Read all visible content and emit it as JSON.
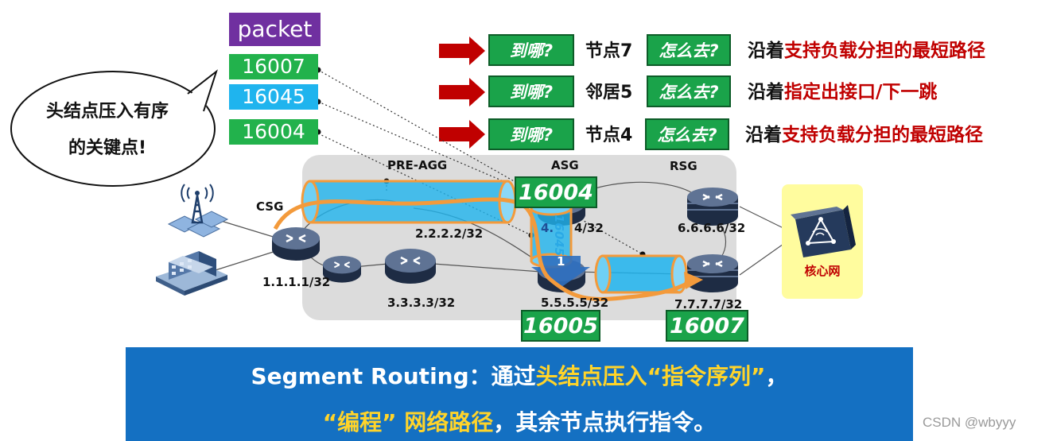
{
  "bubble": {
    "line1": "头结点压入有序",
    "line2": "的关键点!"
  },
  "stack": {
    "packet": "packet",
    "labels": [
      "16007",
      "16045",
      "16004"
    ]
  },
  "instructions": [
    {
      "where": "到哪?",
      "target": "节点7",
      "how": "怎么去?",
      "desc_prefix": "沿着",
      "desc_highlight": "支持负载分担的最短路径"
    },
    {
      "where": "到哪?",
      "target": "邻居5",
      "how": "怎么去?",
      "desc_prefix": "沿着",
      "desc_highlight": "指定出接口/下一跳"
    },
    {
      "where": "到哪?",
      "target": "节点4",
      "how": "怎么去?",
      "desc_prefix": "沿着",
      "desc_highlight": "支持负载分担的最短路径"
    }
  ],
  "graph": {
    "labels": {
      "csg": "CSG",
      "preagg": "PRE-AGG",
      "asg": "ASG",
      "rsg": "RSG"
    },
    "ips": {
      "n1": "1.1.1.1/32",
      "n2": "2.2.2.2/32",
      "n3": "3.3.3.3/32",
      "n4": "4/32",
      "n5": "5.5.5.5/32",
      "n6": "6.6.6.6/32",
      "n7": "7.7.7.7/32"
    },
    "sids": {
      "asg": "16004",
      "n5": "16005",
      "n7": "16007"
    },
    "overlay": {
      "four": "4.",
      "adj": "16045",
      "ten": "1"
    },
    "core": "核心网"
  },
  "banner": {
    "line1_a": "Segment Routing：通过",
    "line1_b": "头结点压入“指令序列”",
    "line1_c": "，",
    "line2_a": "“编程” 网络路径",
    "line2_b": "，其余节点执行指令。"
  },
  "watermark": "CSDN @wbyyy",
  "colors": {
    "accent_green": "#1aa34a",
    "packet_purple": "#7030a0",
    "label_blue": "#1fb4ee",
    "arrow_red": "#c00000",
    "tunnel_blue": "#1fb4ee",
    "path_orange": "#f39a3b",
    "banner_blue": "#1470c2",
    "highlight_yellow": "#ffd42a"
  }
}
